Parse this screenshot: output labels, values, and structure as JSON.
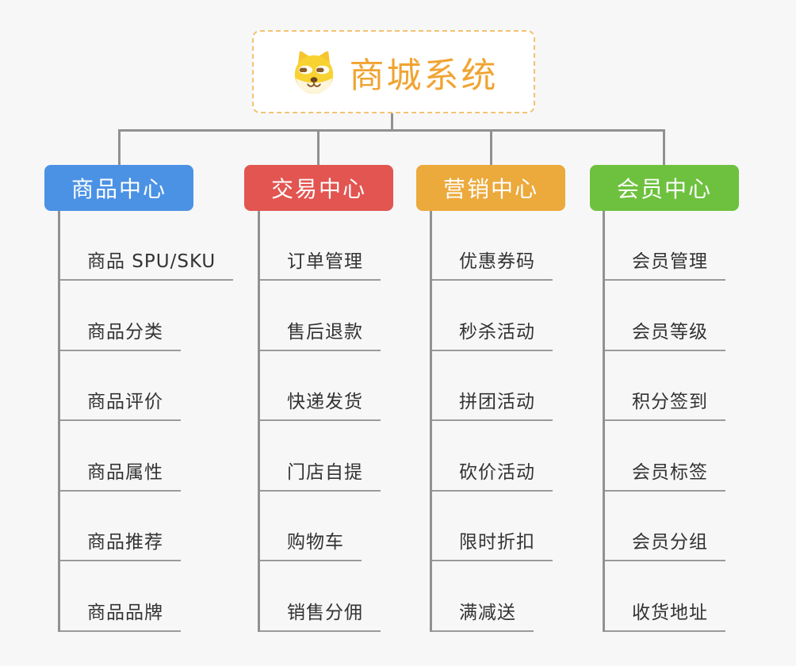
{
  "root": {
    "title": "商城系统",
    "icon": "shiba-dog-icon"
  },
  "branches": [
    {
      "label": "商品中心",
      "color": "#4b92e5",
      "items": [
        "商品 SPU/SKU",
        "商品分类",
        "商品评价",
        "商品属性",
        "商品推荐",
        "商品品牌"
      ]
    },
    {
      "label": "交易中心",
      "color": "#e25551",
      "items": [
        "订单管理",
        "售后退款",
        "快递发货",
        "门店自提",
        "购物车",
        "销售分佣"
      ]
    },
    {
      "label": "营销中心",
      "color": "#eca93c",
      "items": [
        "优惠券码",
        "秒杀活动",
        "拼团活动",
        "砍价活动",
        "限时折扣",
        "满减送"
      ]
    },
    {
      "label": "会员中心",
      "color": "#6ec13e",
      "items": [
        "会员管理",
        "会员等级",
        "积分签到",
        "会员标签",
        "会员分组",
        "收货地址"
      ]
    }
  ],
  "colors": {
    "background": "#f7f7f7",
    "connector": "#919191",
    "leaf_underline": "#9a9a9a",
    "leaf_text": "#333333",
    "root_accent": "#f0a432",
    "root_border": "#f3c273"
  }
}
